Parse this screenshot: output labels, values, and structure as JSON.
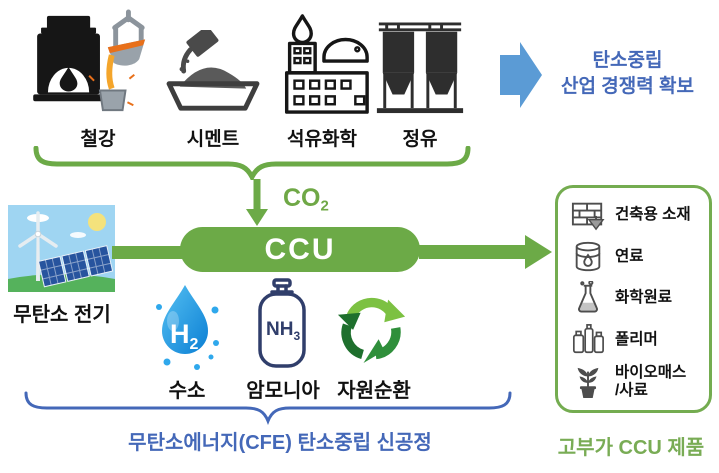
{
  "colors": {
    "green": "#6CAA47",
    "blue_arrow": "#5B9BD5",
    "blue_text": "#4468B8",
    "green_text": "#79AC55"
  },
  "industries": {
    "items": [
      {
        "label": "철강",
        "icon": "steel-furnace-icon"
      },
      {
        "label": "시멘트",
        "icon": "cement-icon"
      },
      {
        "label": "석유화학",
        "icon": "petrochemical-plant-icon"
      },
      {
        "label": "정유",
        "icon": "refinery-silos-icon"
      }
    ],
    "benefit_arrow_icon": "right-block-arrow-icon",
    "benefit": {
      "line1": "탄소중립",
      "line2": "산업 경쟁력 확보"
    }
  },
  "co2": {
    "base": "CO",
    "sub": "2",
    "arrow_icon": "down-arrow-icon"
  },
  "ccu": {
    "label": "CCU"
  },
  "electricity": {
    "label": "무탄소 전기",
    "icon": "renewable-energy-illustration"
  },
  "inputs": {
    "items": [
      {
        "label": "수소",
        "icon": "hydrogen-droplet-icon",
        "symbol": "H",
        "symbol_sub": "2"
      },
      {
        "label": "암모니아",
        "icon": "ammonia-cylinder-icon",
        "symbol": "NH",
        "symbol_sub": "3"
      },
      {
        "label": "자원순환",
        "icon": "recycle-icon"
      }
    ],
    "caption": "무탄소에너지(CFE) 탄소중립 신공정"
  },
  "products": {
    "output_arrow_icon": "right-arrow-icon",
    "items": [
      {
        "label": "건축용 소재",
        "icon": "bricks-trowel-icon"
      },
      {
        "label": "연료",
        "icon": "fuel-barrel-icon"
      },
      {
        "label": "화학원료",
        "icon": "chemical-flask-icon"
      },
      {
        "label": "폴리머",
        "icon": "polymer-bottles-icon"
      },
      {
        "label": "바이오매스",
        "label2": "/사료",
        "icon": "biomass-plant-icon"
      }
    ],
    "caption": "고부가 CCU 제품"
  }
}
